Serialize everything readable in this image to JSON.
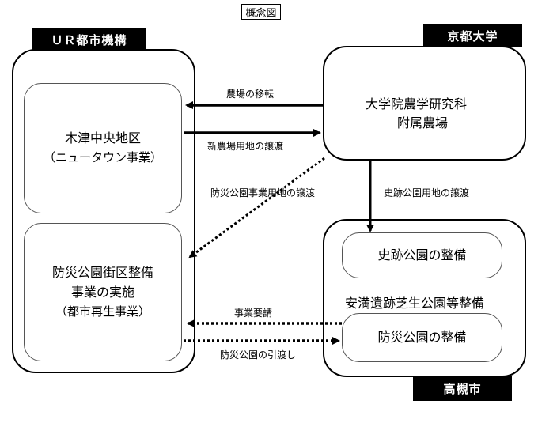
{
  "title": "概念図",
  "ur": {
    "tag": "ＵＲ都市機構",
    "box1_line1": "木津中央地区",
    "box1_line2": "（ニュータウン事業）",
    "box2_line1": "防災公園街区整備",
    "box2_line2": "事業の実施",
    "box2_line3": "（都市再生事業）"
  },
  "kyoto": {
    "tag": "京都大学",
    "line1": "大学院農学研究科",
    "line2": "附属農場"
  },
  "takatsuki": {
    "tag": "高槻市",
    "box1": "史跡公園の整備",
    "middle": "安満遺跡芝生公園等整備",
    "box2": "防災公園の整備"
  },
  "arrows": {
    "farm_relocation": "農場の移転",
    "new_farm_transfer": "新農場用地の譲渡",
    "disaster_park_transfer": "防災公園事業用地の譲渡",
    "historic_park_transfer": "史跡公園用地の譲渡",
    "project_request": "事業要請",
    "disaster_park_handover": "防災公園の引渡し"
  }
}
